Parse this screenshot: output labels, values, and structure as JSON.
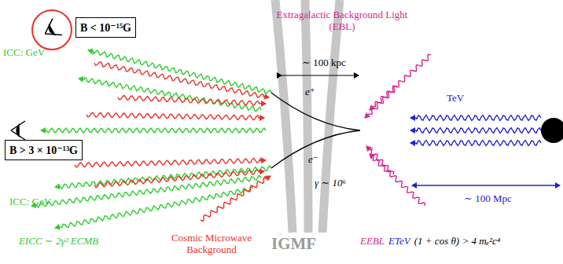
{
  "diagram": {
    "nodes": [
      {
        "text": [
          "B < 10⁻¹⁵G"
        ]
      },
      {
        "text": [
          "B > 3 × 10⁻¹³G"
        ]
      }
    ],
    "labels": [
      "Extragalactic Background Light (EBL)",
      "ICC: GeV",
      "∼ 100 kpc",
      "e⁺",
      "e⁻",
      "γ ∼ 10⁶",
      "TeV",
      "∼ 100 Mpc",
      "ICC: GeV",
      "EICC ∼ 2γ² ECMB",
      "Cosmic Microwave Background",
      "IGMF",
      "EEBL",
      "ETeV",
      "(1 + cos θ) > 4 mₑ²c⁴"
    ]
  }
}
